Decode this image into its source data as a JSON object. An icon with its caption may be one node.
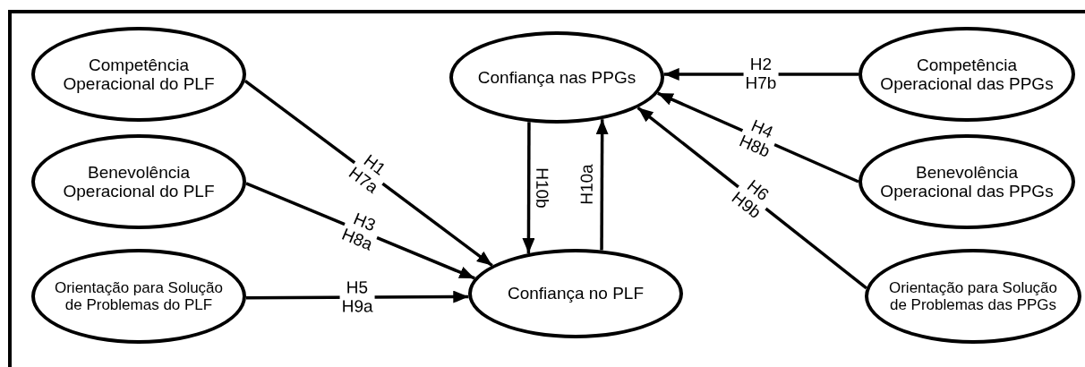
{
  "diagram": {
    "nodes": [
      {
        "text": [
          "Competência Operacional do PLF"
        ]
      },
      {
        "text": [
          "Confiança nas PPGs"
        ]
      },
      {
        "text": [
          "Competência Operacional das PPGs"
        ]
      },
      {
        "text": [
          "Benevolência Operacional do PLF"
        ]
      },
      {
        "text": [
          "Benevolência Operacional das PPGs"
        ]
      },
      {
        "text": [
          "Orientação para Solução de Problemas do PLF"
        ]
      },
      {
        "text": [
          "Confiança no PLF"
        ]
      },
      {
        "text": [
          "Orientação para Solução de Problemas das PPGs"
        ]
      }
    ],
    "edges": [
      {
        "from": 0,
        "to": 6,
        "arrow": "to",
        "label": "H1 H7a"
      },
      {
        "from": 3,
        "to": 6,
        "arrow": "to",
        "label": "H3 H8a"
      },
      {
        "from": 5,
        "to": 6,
        "arrow": "to",
        "label": "H5 H9a"
      },
      {
        "from": 2,
        "to": 1,
        "arrow": "to",
        "label": "H2 H7b"
      },
      {
        "from": 4,
        "to": 1,
        "arrow": "to",
        "label": "H4 H8b"
      },
      {
        "from": 7,
        "to": 1,
        "arrow": "to",
        "label": "H6 H9b"
      },
      {
        "from": 1,
        "to": 6,
        "arrow": "to",
        "label": "H10b"
      },
      {
        "from": 6,
        "to": 1,
        "arrow": "to",
        "label": "H10a"
      }
    ]
  }
}
